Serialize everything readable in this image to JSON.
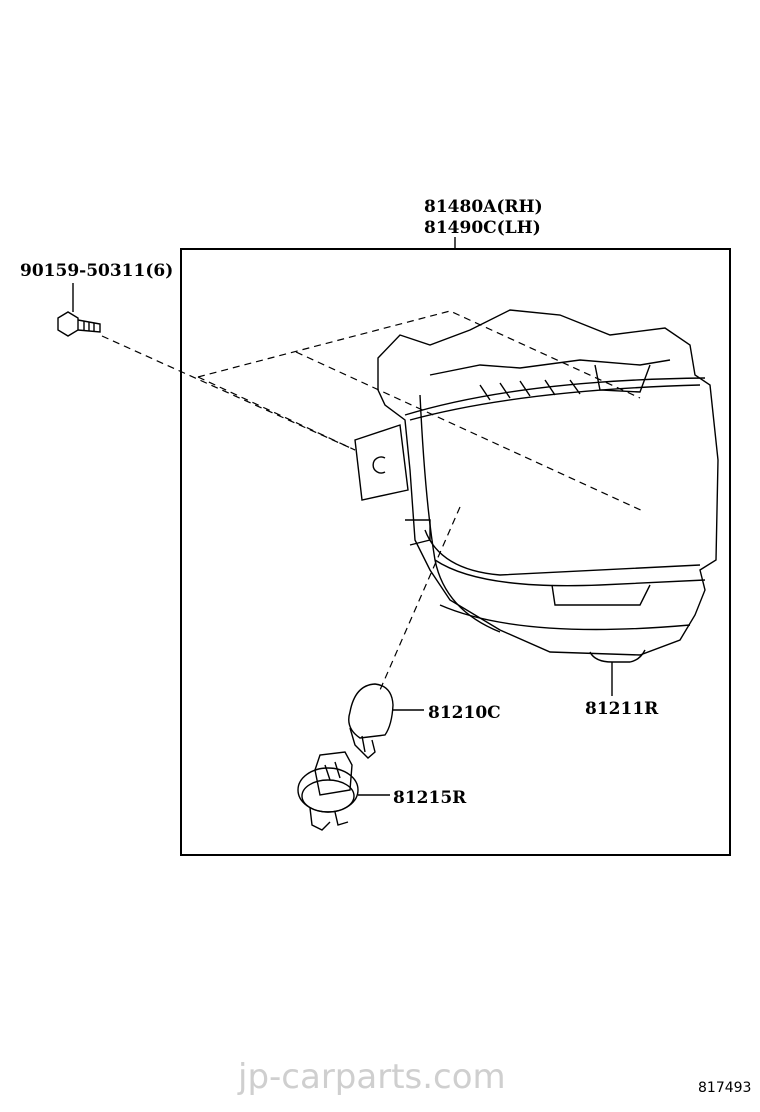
{
  "diagram": {
    "labels": {
      "assembly_rh": "81480A(RH)",
      "assembly_lh": "81490C(LH)",
      "bolt": "90159-50311(6)",
      "bulb": "81210C",
      "socket": "81215R",
      "lamp_part": "81211R"
    },
    "watermark": "jp-carparts.com",
    "diagram_code": "817493"
  }
}
